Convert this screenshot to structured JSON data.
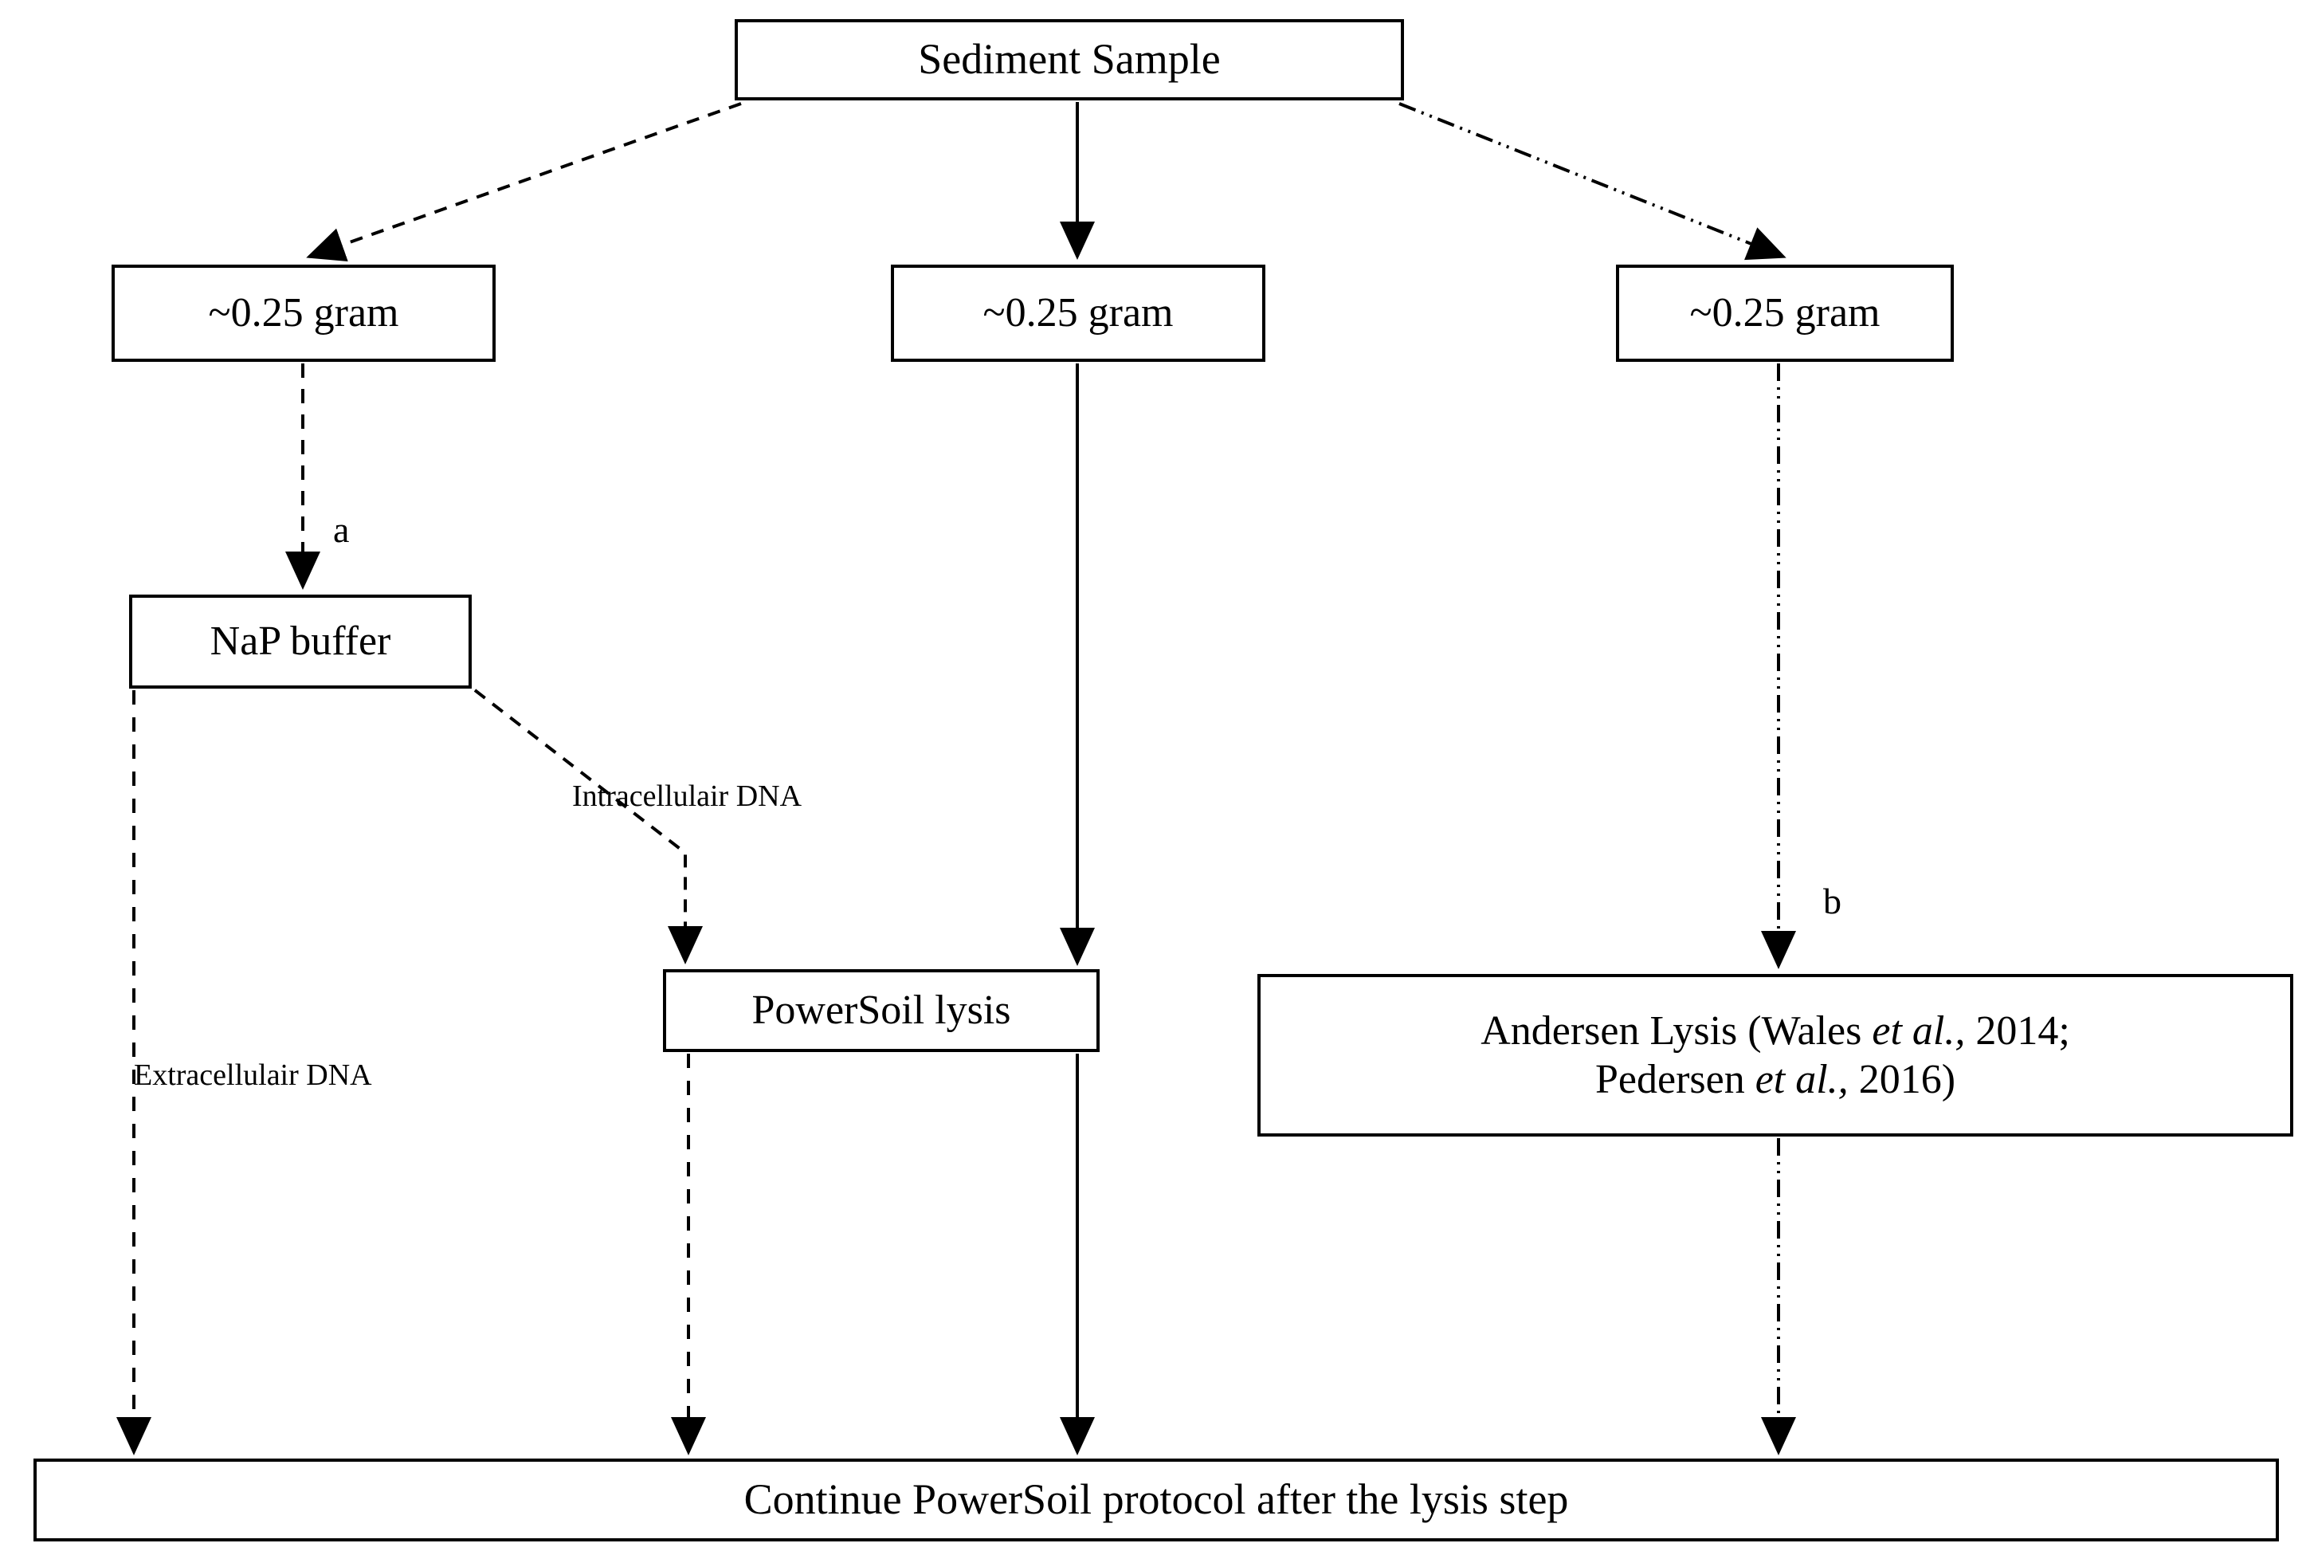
{
  "figure": {
    "type": "flowchart",
    "title_visible": false,
    "background_color": "#ffffff",
    "line_color": "#000000"
  },
  "nodes": {
    "sediment_sample": {
      "label": "Sediment  Sample"
    },
    "gram_left": {
      "label": "~0.25 gram"
    },
    "gram_middle": {
      "label": "~0.25 gram"
    },
    "gram_right": {
      "label": "~0.25 gram"
    },
    "nap_buffer": {
      "label": "NaP buffer"
    },
    "powersoil_lysis": {
      "label": "PowerSoil lysis"
    },
    "andersen_lysis": {
      "line1_pre": "Andersen  Lysis (Wales ",
      "line1_italic": "et al.,",
      "line1_post": " 2014;",
      "line2_pre": "Pedersen ",
      "line2_italic": "et al.,",
      "line2_post": " 2016)"
    },
    "continue_step": {
      "label": "Continue PowerSoil protocol after the lysis step"
    }
  },
  "edge_labels": {
    "branch_a": "a",
    "branch_b": "b",
    "intracellular": "Intracellulair DNA",
    "extracellular": "Extracellulair DNA"
  },
  "edges": [
    {
      "name": "sediment-to-gram-left",
      "style": "dashed",
      "from": "sediment_sample",
      "to": "gram_left"
    },
    {
      "name": "sediment-to-gram-middle",
      "style": "solid",
      "from": "sediment_sample",
      "to": "gram_middle"
    },
    {
      "name": "sediment-to-gram-right",
      "style": "dash-dot-dot",
      "from": "sediment_sample",
      "to": "gram_right"
    },
    {
      "name": "gram-left-to-nap-buffer",
      "style": "dashed",
      "from": "gram_left",
      "to": "nap_buffer",
      "label": "a"
    },
    {
      "name": "nap-buffer-to-powersoil",
      "style": "dashed",
      "from": "nap_buffer",
      "to": "powersoil_lysis",
      "label": "Intracellulair DNA"
    },
    {
      "name": "nap-buffer-to-continue",
      "style": "dashed",
      "from": "nap_buffer",
      "to": "continue_step",
      "label": "Extracellulair DNA"
    },
    {
      "name": "gram-middle-to-powersoil",
      "style": "solid",
      "from": "gram_middle",
      "to": "powersoil_lysis"
    },
    {
      "name": "powersoil-to-continue",
      "style": "dashed",
      "from": "powersoil_lysis",
      "to": "continue_step"
    },
    {
      "name": "gram-middle-to-continue",
      "style": "solid",
      "from": "gram_middle",
      "to": "continue_step"
    },
    {
      "name": "gram-right-to-andersen",
      "style": "dash-dot-dot",
      "from": "gram_right",
      "to": "andersen_lysis",
      "label": "b"
    },
    {
      "name": "andersen-to-continue",
      "style": "dash-dot-dot",
      "from": "andersen_lysis",
      "to": "continue_step"
    }
  ]
}
